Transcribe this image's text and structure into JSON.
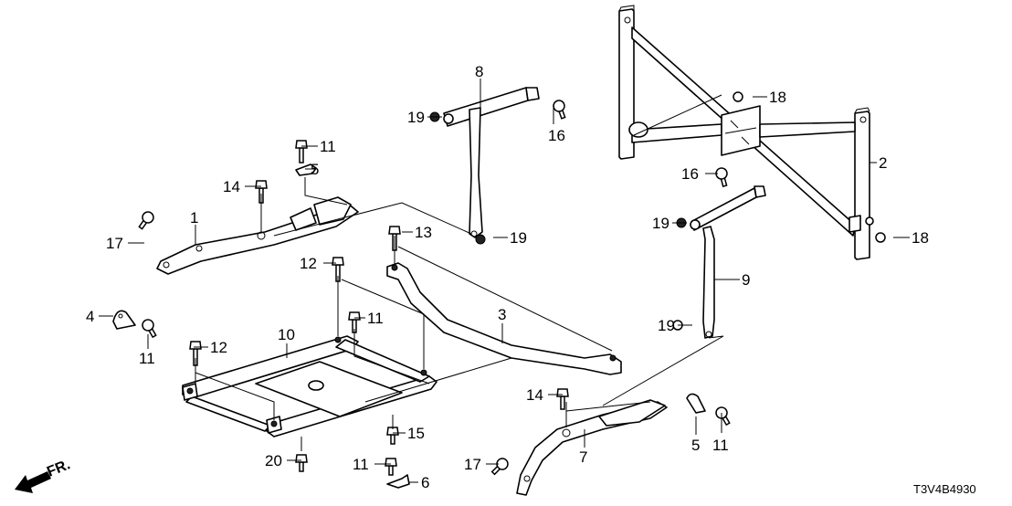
{
  "diagram": {
    "type": "exploded-parts-diagram",
    "diagram_code": "T3V4B4930",
    "direction_indicator": "FR.",
    "colors": {
      "line": "#000000",
      "background": "#ffffff"
    },
    "callouts": [
      {
        "id": "c1",
        "label": "1"
      },
      {
        "id": "c2",
        "label": "2"
      },
      {
        "id": "c3",
        "label": "3"
      },
      {
        "id": "c4",
        "label": "4"
      },
      {
        "id": "c5a",
        "label": "5"
      },
      {
        "id": "c5b",
        "label": "5"
      },
      {
        "id": "c6",
        "label": "6"
      },
      {
        "id": "c7",
        "label": "7"
      },
      {
        "id": "c8",
        "label": "8"
      },
      {
        "id": "c9",
        "label": "9"
      },
      {
        "id": "c10",
        "label": "10"
      },
      {
        "id": "c11a",
        "label": "11"
      },
      {
        "id": "c11b",
        "label": "11"
      },
      {
        "id": "c11c",
        "label": "11"
      },
      {
        "id": "c11d",
        "label": "11"
      },
      {
        "id": "c11e",
        "label": "11"
      },
      {
        "id": "c12a",
        "label": "12"
      },
      {
        "id": "c12b",
        "label": "12"
      },
      {
        "id": "c13",
        "label": "13"
      },
      {
        "id": "c14a",
        "label": "14"
      },
      {
        "id": "c14b",
        "label": "14"
      },
      {
        "id": "c15",
        "label": "15"
      },
      {
        "id": "c16a",
        "label": "16"
      },
      {
        "id": "c16b",
        "label": "16"
      },
      {
        "id": "c17a",
        "label": "17"
      },
      {
        "id": "c17b",
        "label": "17"
      },
      {
        "id": "c18a",
        "label": "18"
      },
      {
        "id": "c18b",
        "label": "18"
      },
      {
        "id": "c19a",
        "label": "19"
      },
      {
        "id": "c19b",
        "label": "19"
      },
      {
        "id": "c19c",
        "label": "19"
      },
      {
        "id": "c19d",
        "label": "19"
      },
      {
        "id": "c20",
        "label": "20"
      }
    ]
  }
}
